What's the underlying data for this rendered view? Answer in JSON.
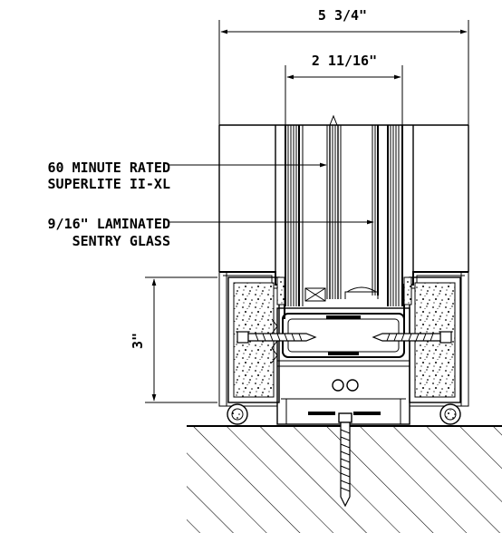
{
  "dimensions": {
    "overall_width": "5 3/4\"",
    "glass_width": "2 11/16\"",
    "frame_height": "3\""
  },
  "callouts": [
    {
      "line1": "60 MINUTE RATED",
      "line2": "SUPERLITE II-XL"
    },
    {
      "line1": "9/16\" LAMINATED",
      "line2": "SENTRY GLASS"
    }
  ]
}
